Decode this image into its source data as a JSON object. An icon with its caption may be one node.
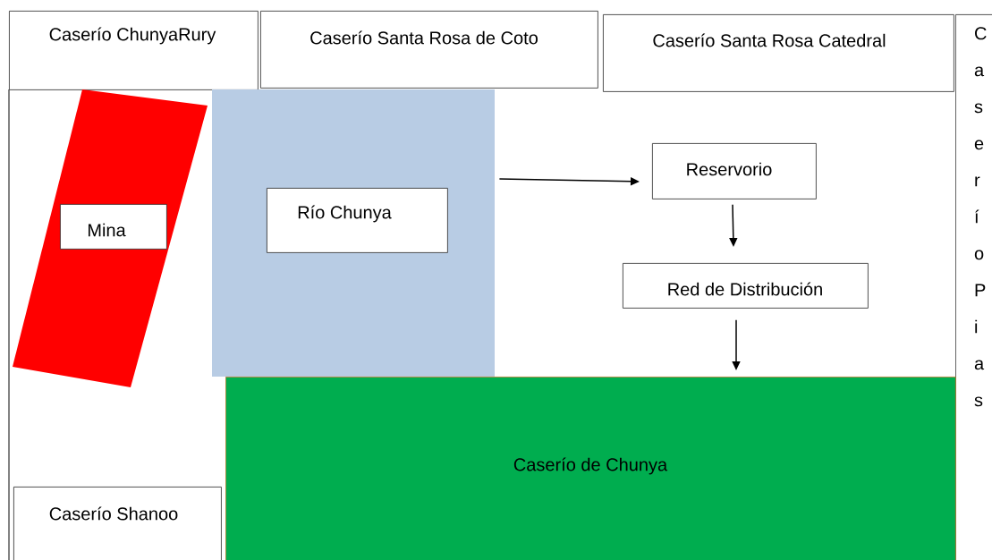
{
  "diagram": {
    "nodes": [
      {
        "text": [
          "Caserío ChunyaRury"
        ]
      },
      {
        "text": [
          "Caserío Santa Rosa de Coto"
        ]
      },
      {
        "text": [
          "Caserío Santa Rosa Catedral"
        ]
      },
      {
        "text": [
          "C a s e r í o P i a s"
        ]
      },
      {
        "text": [],
        "shape": "bar"
      },
      {
        "text": [
          "Mina"
        ],
        "in": 4
      },
      {
        "text": [],
        "shape": "box"
      },
      {
        "text": [
          "Río Chunya"
        ],
        "in": 6
      },
      {
        "text": [
          "Reservorio"
        ]
      },
      {
        "text": [
          "Red de Distribución"
        ]
      },
      {
        "text": [
          "Caserío de Chunya"
        ]
      },
      {
        "text": [
          "Caserío Shanoo"
        ]
      }
    ],
    "edges": [
      {
        "from": 6,
        "to": 8,
        "arrow": "to"
      },
      {
        "from": 8,
        "to": 9,
        "arrow": "to"
      },
      {
        "from": 9,
        "to": 10,
        "arrow": "to"
      }
    ]
  }
}
